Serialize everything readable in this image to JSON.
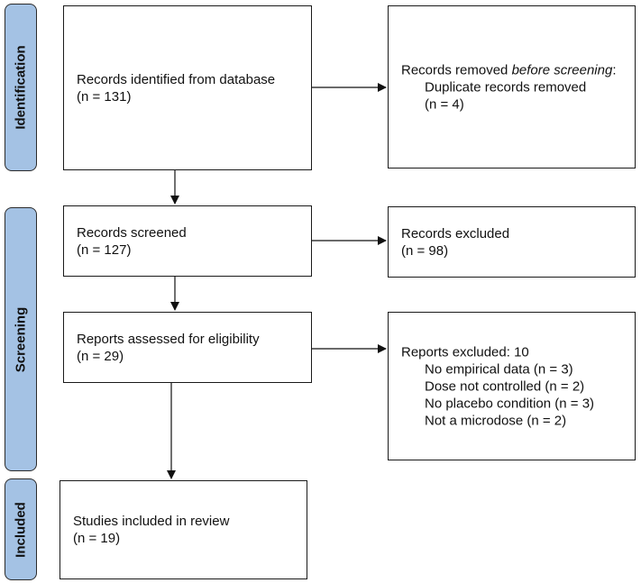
{
  "phases": {
    "identification": "Identification",
    "screening": "Screening",
    "included": "Included"
  },
  "boxes": {
    "records_identified": {
      "line1": "Records identified from database",
      "line2": "(n = 131)"
    },
    "records_removed": {
      "title_prefix": "Records removed ",
      "title_italic": "before screening",
      "title_suffix": ":",
      "item1": "Duplicate records removed",
      "item2": "(n = 4)"
    },
    "records_screened": {
      "line1": "Records screened",
      "line2": "(n = 127)"
    },
    "records_excluded": {
      "line1": "Records excluded",
      "line2": "(n = 98)"
    },
    "reports_assessed": {
      "line1": "Reports assessed for eligibility",
      "line2": "(n = 29)"
    },
    "reports_excluded": {
      "title": "Reports excluded: 10",
      "reasons": [
        "No empirical data (n = 3)",
        "Dose not controlled (n = 2)",
        "No placebo condition (n = 3)",
        "Not a microdose (n = 2)"
      ]
    },
    "studies_included": {
      "line1": "Studies included in review",
      "line2": "(n = 19)"
    }
  }
}
